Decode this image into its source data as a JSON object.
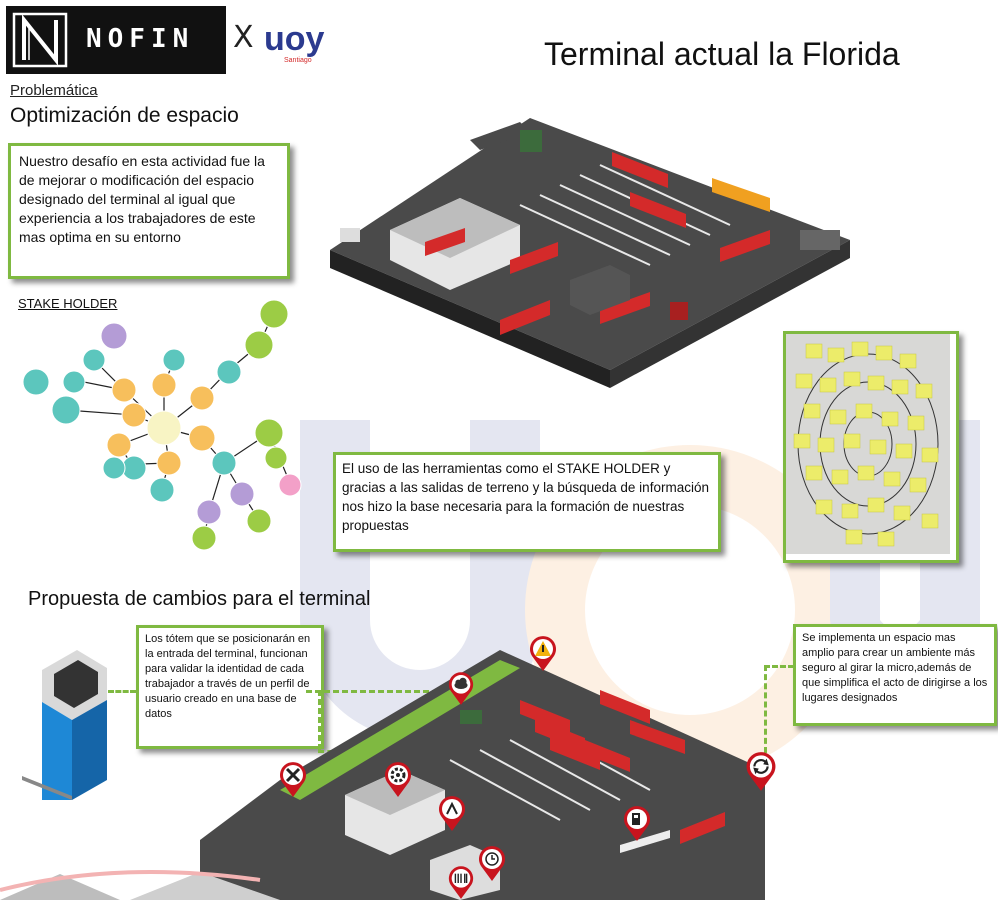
{
  "header": {
    "brand": "NOFIN",
    "separator": "X",
    "partner_logo": "uoy",
    "partner_sub": "Santiago",
    "title": "Terminal actual la Florida"
  },
  "intro": {
    "label": "Problemática",
    "heading": "Optimización de espacio",
    "description": "Nuestro desafío en esta actividad fue la de mejorar o modificación del espacio designado del terminal al igual que experiencia a los trabajadores de este mas optima en su entorno"
  },
  "stakeholder": {
    "label": "STAKE HOLDER"
  },
  "tools_note": "El uso de las herramientas como el STAKE HOLDER y gracias a las salidas de terreno y la búsqueda de información nos hizo la base necesaria para la formación de nuestras propuestas",
  "proposal": {
    "heading": "Propuesta de cambios para el terminal",
    "totem_note": "Los tótem que se posicionarán en la entrada del terminal, funcionan para validar la identidad de cada trabajador a través de un perfil de usuario creado en una base de datos",
    "space_note": "Se implementa un espacio mas amplio para crear un ambiente más seguro al girar la micro,además de que simplifica el acto de dirigirse a los lugares designados"
  },
  "colors": {
    "accent_green": "#7fb941",
    "bus_red": "#d42a2a",
    "bus_orange": "#f0a020",
    "asphalt": "#4a4a4a",
    "pin_red": "#c8141e",
    "node_purple": "#b49cd6",
    "node_teal": "#5cc6bd",
    "node_orange": "#f7bf5c",
    "node_green": "#9ccc45",
    "node_pink": "#f3a0c8",
    "node_center": "#f8f4c4",
    "watermark_blue": "#2b3a8f",
    "watermark_orange": "#f08a24"
  },
  "icons": [
    "warning-icon",
    "cloud-icon",
    "tools-icon",
    "gear-icon",
    "fuel-icon",
    "refresh-icon",
    "location-pin-icon",
    "totem-icon"
  ]
}
